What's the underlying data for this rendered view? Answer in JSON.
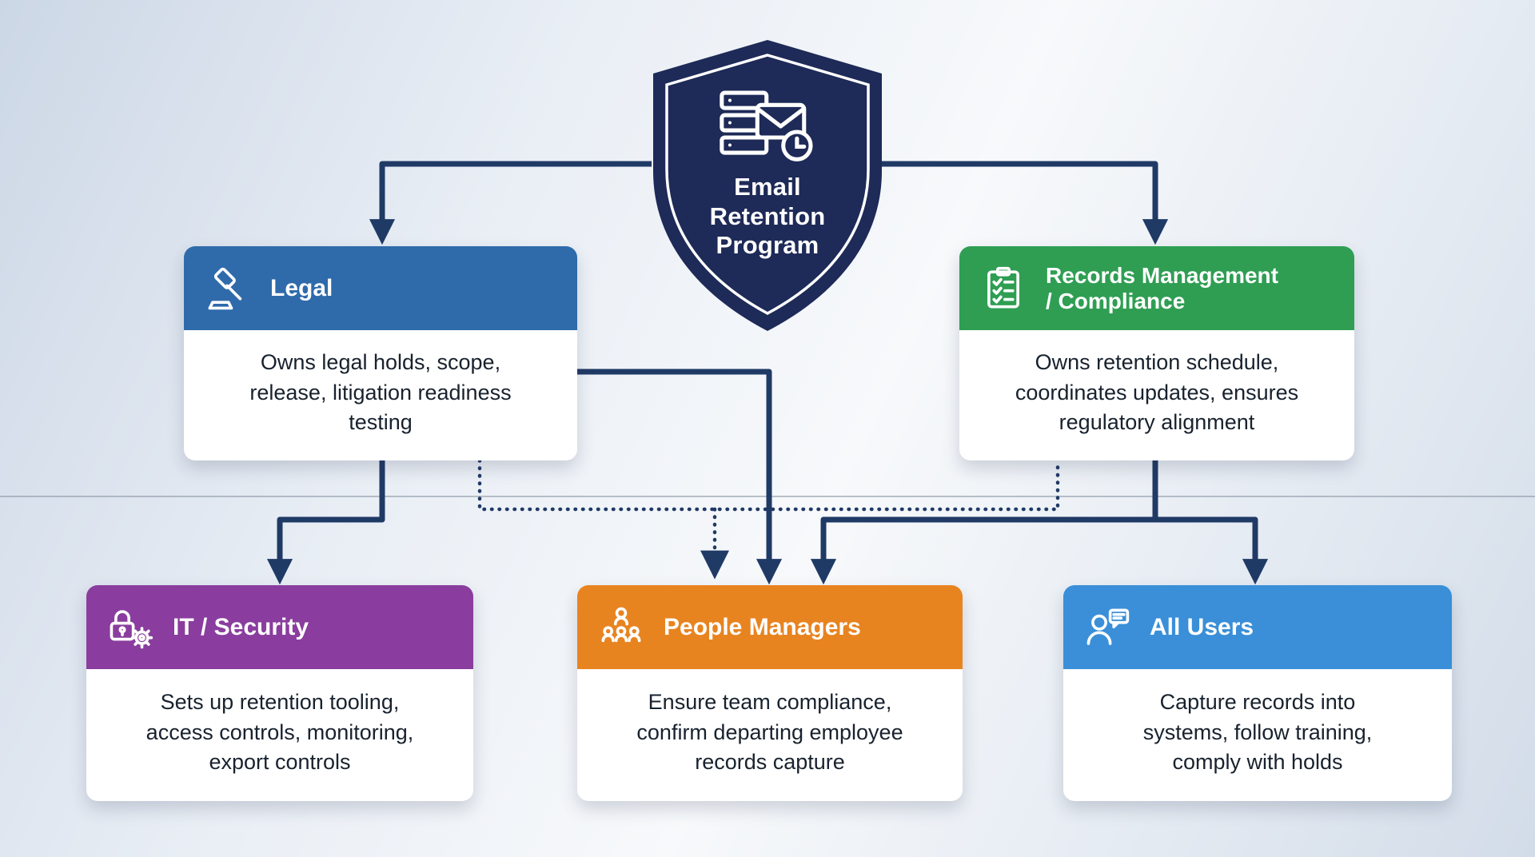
{
  "shield": {
    "title": "Email\nRetention\nProgram",
    "color": "#1e2a57",
    "icon": "email-server-clock-icon"
  },
  "connectors": {
    "color": "#203a66"
  },
  "divider_color": "#8e99a6",
  "cards": {
    "legal": {
      "title": "Legal",
      "body": "Owns legal holds, scope,\nrelease, litigation readiness\ntesting",
      "color": "#2f6bab",
      "icon": "gavel-icon"
    },
    "records": {
      "title": "Records Management\n/ Compliance",
      "body": "Owns retention schedule,\ncoordinates updates, ensures\nregulatory alignment",
      "color": "#2f9e53",
      "icon": "checklist-icon"
    },
    "it": {
      "title": "IT / Security",
      "body": "Sets up retention tooling,\naccess controls, monitoring,\nexport controls",
      "color": "#8a3d9e",
      "icon": "lock-gear-icon"
    },
    "managers": {
      "title": "People Managers",
      "body": "Ensure team compliance,\nconfirm departing employee\nrecords capture",
      "color": "#e88420",
      "icon": "people-group-icon"
    },
    "users": {
      "title": "All Users",
      "body": "Capture records into\nsystems, follow training,\ncomply with holds",
      "color": "#3a8fd8",
      "icon": "user-chat-icon"
    }
  }
}
